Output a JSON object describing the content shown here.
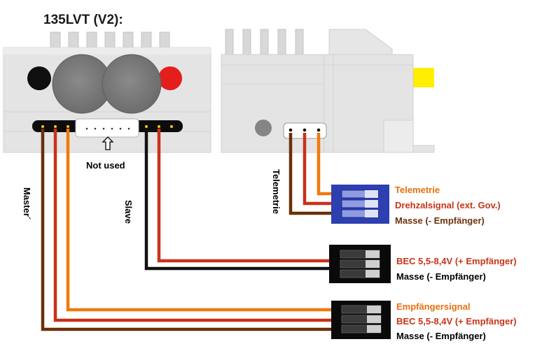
{
  "title": "135LVT (V2):",
  "labels": {
    "not_used": "Not used",
    "master": "Master´",
    "slave": "Slave",
    "telemetrie_vertical": "Telemetrie"
  },
  "connectors": {
    "telemetry": {
      "lines": [
        "Telemetrie",
        "Drehzalsignal (ext. Gov.)",
        "Masse (- Empfänger)"
      ],
      "colors": [
        "#e8700e",
        "#c83418",
        "#6b3208"
      ]
    },
    "slave": {
      "lines": [
        "BEC 5,5-8,4V (+ Empfänger)",
        "Masse (- Empfänger)"
      ],
      "colors": [
        "#c83418",
        "#000000"
      ]
    },
    "master": {
      "lines": [
        "Empfängersignal",
        "BEC 5,5-8,4V (+ Empfänger)",
        "Masse (- Empfänger)"
      ],
      "colors": [
        "#e8700e",
        "#c83418",
        "#000000"
      ]
    }
  },
  "colors": {
    "wire_orange": "#f07a0c",
    "wire_red": "#c8321a",
    "wire_brown": "#6a3008",
    "wire_black": "#111111",
    "housing": "#e4e4e4",
    "blue_plug": "#2e3fb0",
    "black_plug": "#0a0a0a",
    "yellow_tab": "#ffee00",
    "red_led": "#e41d1d"
  },
  "icons": [
    "up-arrow-icon"
  ]
}
